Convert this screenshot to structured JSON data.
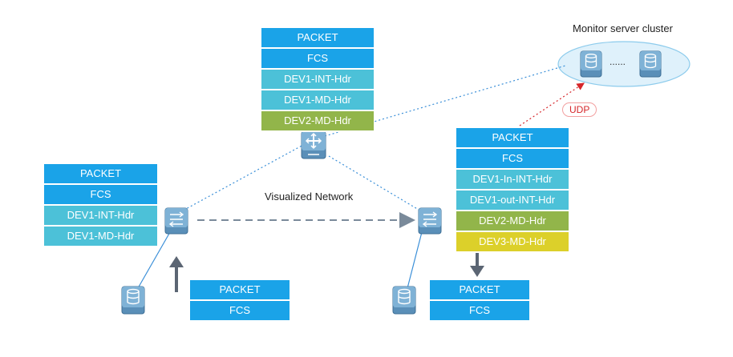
{
  "labels": {
    "cluster": "Monitor server cluster",
    "network": "Visualized Network",
    "udp": "UDP",
    "dots": "......"
  },
  "stacks": {
    "top": [
      "PACKET",
      "FCS",
      "DEV1-INT-Hdr",
      "DEV1-MD-Hdr",
      "DEV2-MD-Hdr"
    ],
    "left": [
      "PACKET",
      "FCS",
      "DEV1-INT-Hdr",
      "DEV1-MD-Hdr"
    ],
    "right": [
      "PACKET",
      "FCS",
      "DEV1-In-INT-Hdr",
      "DEV1-out-INT-Hdr",
      "DEV2-MD-Hdr",
      "DEV3-MD-Hdr"
    ],
    "input": [
      "PACKET",
      "FCS"
    ],
    "output": [
      "PACKET",
      "FCS"
    ]
  },
  "colors": {
    "packet": "#1aa3e8",
    "int": "#4cc1d8",
    "md_green": "#92b54a",
    "md_yellow": "#dcd02a",
    "link": "#3a8fd8",
    "udp_arrow": "#d6262a"
  }
}
